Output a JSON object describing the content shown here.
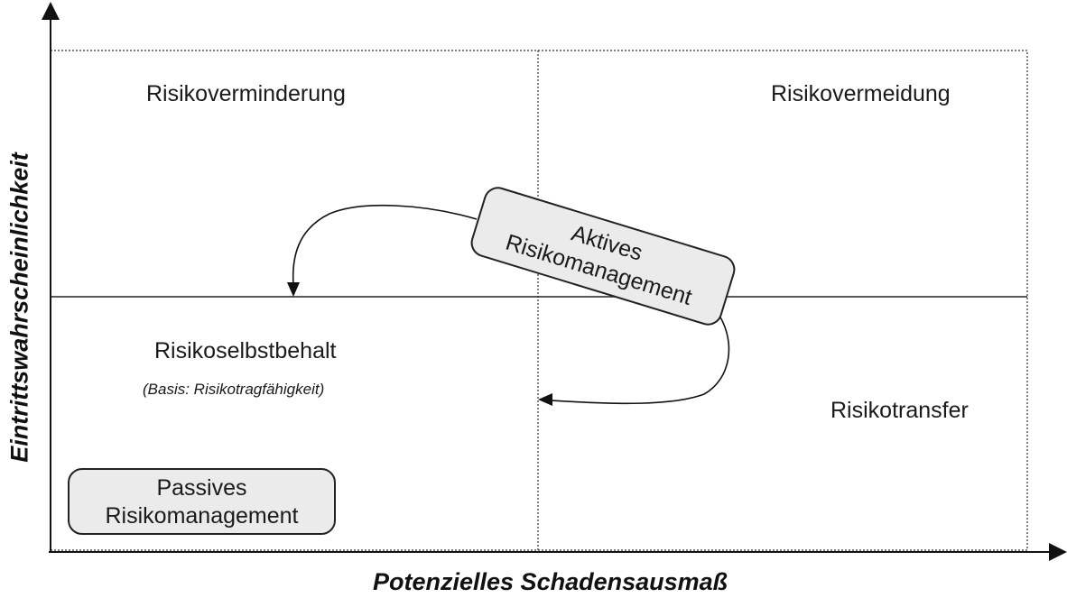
{
  "axes": {
    "x_title": "Potenzielles Schadensausmaß",
    "y_title": "Eintrittswahrscheinlichkeit"
  },
  "quadrants": {
    "top_left": "Risikoverminderung",
    "top_right": "Risikovermeidung",
    "bottom_left": "Risikoselbstbehalt",
    "bottom_left_note": "(Basis: Risikotragfähigkeit)",
    "bottom_right": "Risikotransfer"
  },
  "active_box": {
    "line1": "Aktives",
    "line2": "Risikomanagement"
  },
  "passive_box": {
    "line1": "Passives",
    "line2": "Risikomanagement"
  },
  "colors": {
    "line": "#222222",
    "box_fill": "#ebebeb"
  }
}
